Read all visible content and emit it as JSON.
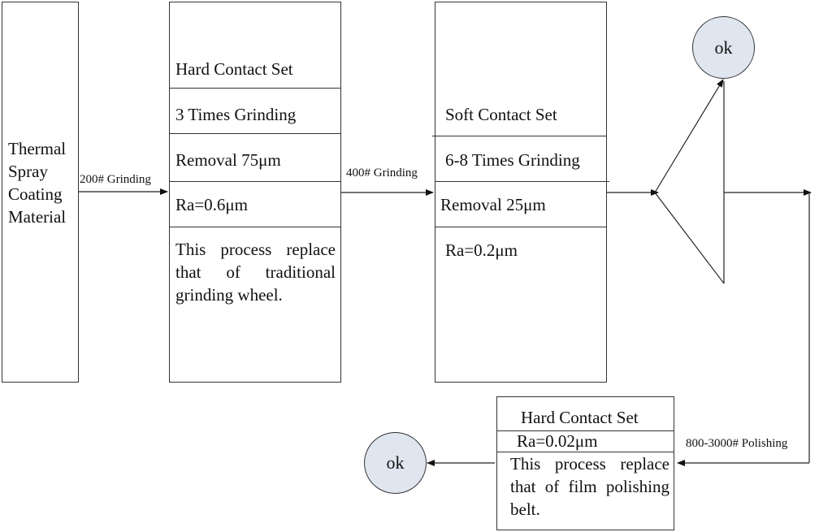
{
  "material": {
    "lines": [
      "Thermal",
      "Spray",
      "Coating",
      "Material"
    ]
  },
  "edges": {
    "grind_200": "200# Grinding",
    "grind_400": "400# Grinding",
    "polish": "800-3000# Polishing"
  },
  "stage1": {
    "title": "Hard Contact Set",
    "grinding": "3 Times Grinding",
    "removal": "Removal 75μm",
    "ra": "Ra=0.6μm",
    "note": "This process replace that of traditional grinding wheel."
  },
  "stage2": {
    "title": "Soft Contact Set",
    "grinding": "6-8 Times Grinding",
    "removal": "Removal 25μm",
    "ra": "Ra=0.2μm"
  },
  "stage3": {
    "title": "Hard Contact Set",
    "ra": "Ra=0.02μm",
    "note": "This process replace that of film polishing belt."
  },
  "ok_top": "ok",
  "ok_bottom": "ok"
}
